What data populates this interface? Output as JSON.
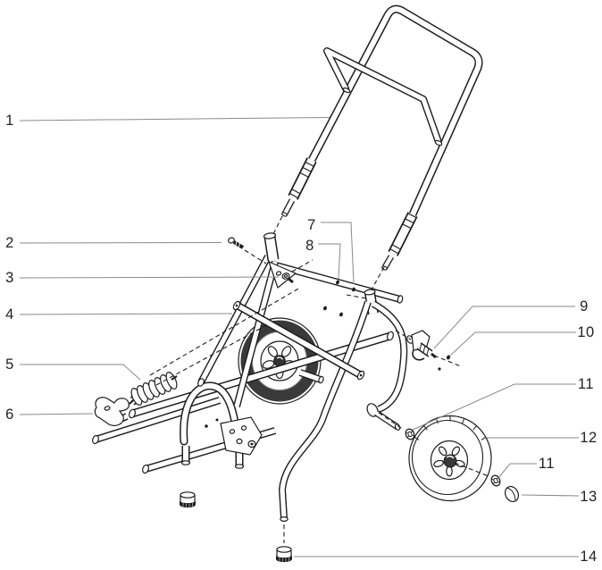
{
  "figure": {
    "kind": "exploded-parts-diagram",
    "background": "#ffffff",
    "ink_color": "#1d1d1d",
    "leader_color": "#8a8a8a",
    "label_color": "#222222",
    "tire_color": "#3a3a3a"
  },
  "callouts": {
    "c1": "1",
    "c2": "2",
    "c3": "3",
    "c4": "4",
    "c5": "5",
    "c6": "6",
    "c7": "7",
    "c8": "8",
    "c9": "9",
    "c10": "10",
    "c11": "11",
    "c12": "12",
    "c11b": "11",
    "c13": "13",
    "c14": "14"
  }
}
